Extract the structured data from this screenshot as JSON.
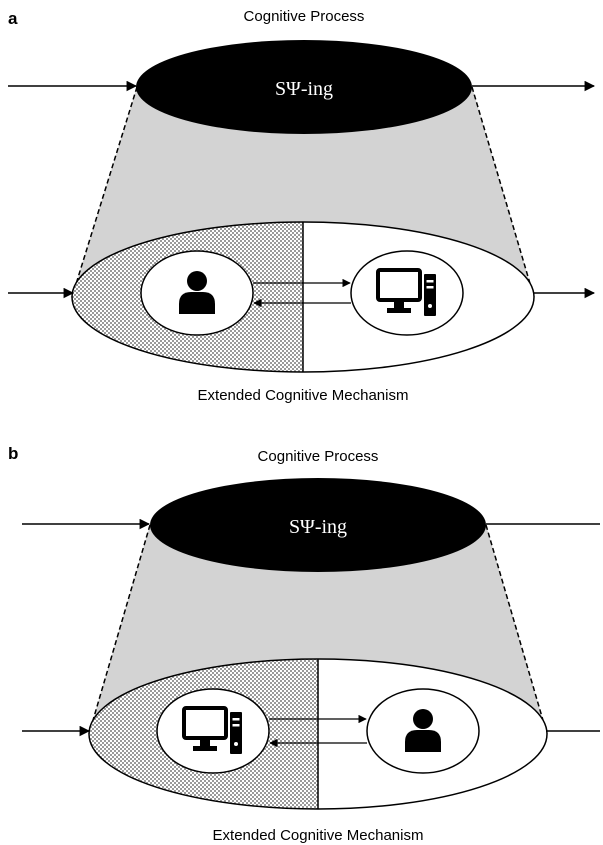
{
  "panels": [
    {
      "letter": "a",
      "top_label": "Cognitive Process",
      "process_label": "SΨ-ing",
      "bottom_label": "Extended Cognitive Mechanism",
      "left_component": "person-icon",
      "right_component": "computer-icon"
    },
    {
      "letter": "b",
      "top_label": "Cognitive Process",
      "process_label": "SΨ-ing",
      "bottom_label": "Extended Cognitive Mechanism",
      "left_component": "computer-icon",
      "right_component": "person-icon"
    }
  ],
  "colors": {
    "process_fill": "#000000",
    "cone_fill": "#d3d3d3",
    "checker_dark": "#9a9a9a",
    "mechanism_fill": "#ffffff",
    "stroke": "#000000"
  }
}
